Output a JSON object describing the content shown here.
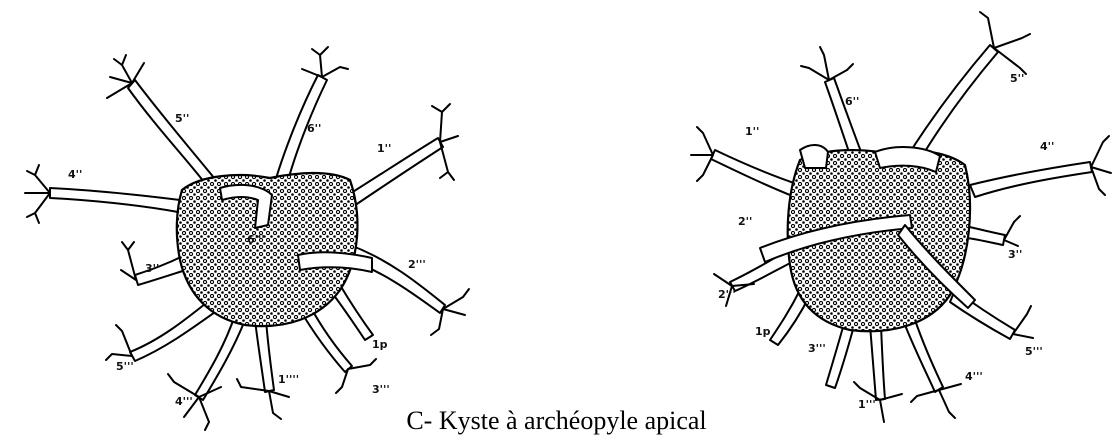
{
  "caption": "C- Kyste à archéopyle apical",
  "left_cyst": {
    "labels": [
      "5''",
      "6''",
      "1''",
      "4''",
      "6'''",
      "2'''",
      "3''",
      "1p",
      "5'''",
      "1''''",
      "4'''",
      "3'''"
    ]
  },
  "right_cyst": {
    "labels": [
      "6''",
      "5''",
      "1''",
      "4''",
      "2''",
      "3''",
      "2'''",
      "1p",
      "3'''",
      "5'''",
      "4'''",
      "1'''"
    ]
  }
}
